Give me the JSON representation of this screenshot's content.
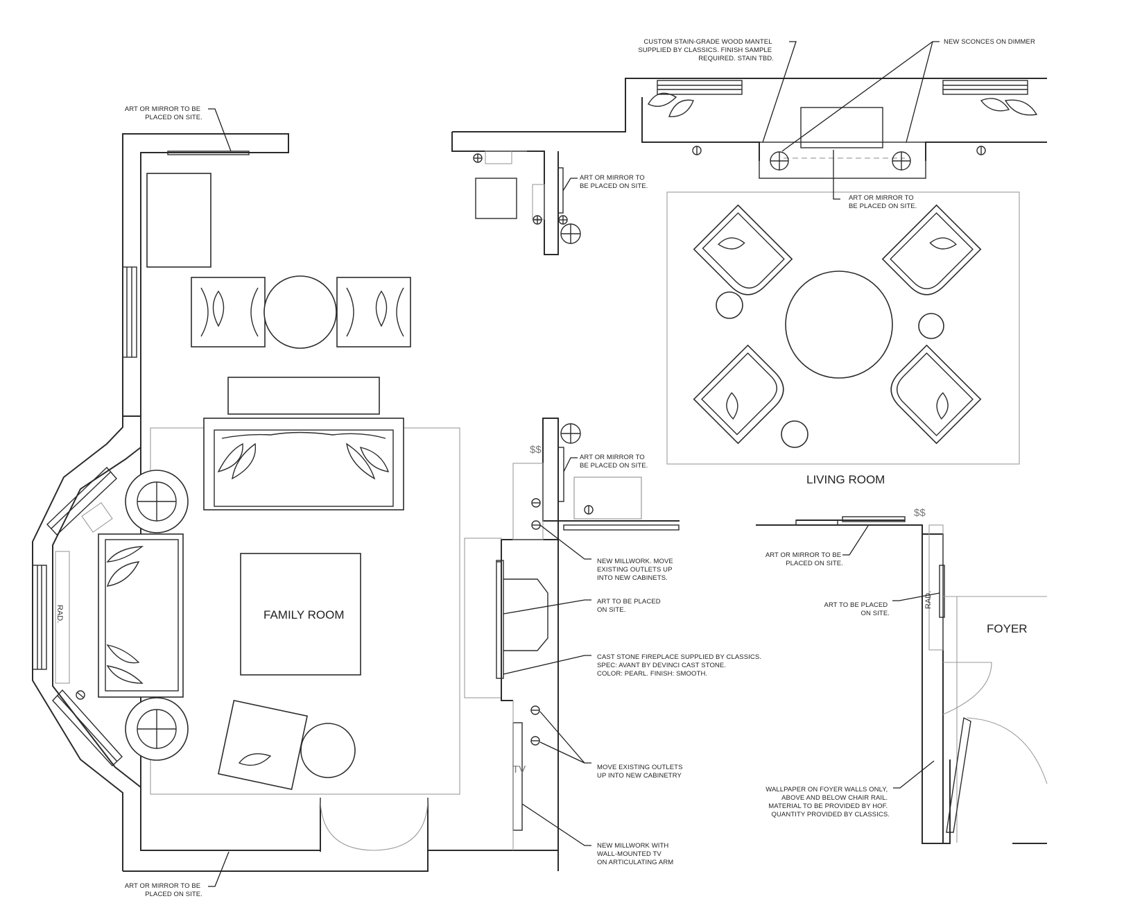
{
  "rooms": {
    "family_room": "FAMILY ROOM",
    "living_room": "LIVING ROOM",
    "foyer": "FOYER"
  },
  "labels": {
    "rad_left": "RAD.",
    "rad_right": "RAD.",
    "tv": "TV",
    "switch_a": "$$",
    "switch_b": "$$"
  },
  "notes": {
    "art_top_left": [
      "ART OR MIRROR TO BE",
      "PLACED ON SITE."
    ],
    "art_bottom_left": [
      "ART OR MIRROR TO BE",
      "PLACED ON SITE."
    ],
    "art_corridor_top": [
      "ART OR MIRROR TO",
      "BE PLACED ON SITE."
    ],
    "mantel": [
      "CUSTOM STAIN-GRADE WOOD MANTEL",
      "SUPPLIED BY CLASSICS. FINISH SAMPLE",
      "REQUIRED. STAIN TBD."
    ],
    "sconces": [
      "NEW SCONCES ON DIMMER"
    ],
    "art_mantel": [
      "ART OR MIRROR TO",
      "BE PLACED ON SITE."
    ],
    "art_corridor_mid": [
      "ART OR MIRROR TO",
      "BE PLACED ON SITE."
    ],
    "millwork_outlets": [
      "NEW MILLWORK. MOVE",
      "EXISTING OUTLETS UP",
      "INTO NEW CABINETS."
    ],
    "art_fireplace": [
      "ART TO BE PLACED",
      "ON SITE."
    ],
    "fireplace": [
      "CAST STONE FIREPLACE SUPPLIED BY CLASSICS.",
      "SPEC: AVANT BY DEVINCI CAST STONE.",
      "COLOR: PEARL. FINISH: SMOOTH."
    ],
    "move_outlets": [
      "MOVE EXISTING OUTLETS",
      "UP INTO NEW CABINETRY"
    ],
    "tv_millwork": [
      "NEW MILLWORK WITH",
      "WALL-MOUNTED TV",
      "ON ARTICULATING ARM"
    ],
    "art_foyer_top": [
      "ART OR MIRROR TO BE",
      "PLACED ON SITE."
    ],
    "art_foyer_side": [
      "ART TO BE PLACED",
      "ON SITE."
    ],
    "wallpaper": [
      "WALLPAPER ON FOYER WALLS ONLY,",
      "ABOVE AND BELOW CHAIR RAIL.",
      "MATERIAL TO BE PROVIDED BY HOF.",
      "QUANTITY PROVIDED BY CLASSICS."
    ]
  }
}
